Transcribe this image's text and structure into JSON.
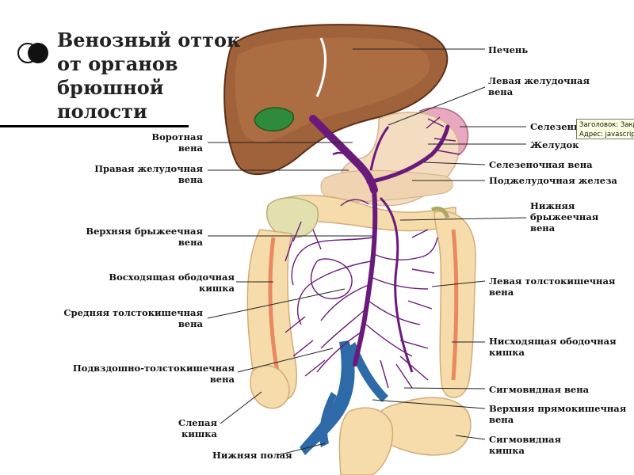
{
  "title": {
    "lines": [
      "Венозный отток",
      "от органов",
      "брюшной",
      "полости"
    ]
  },
  "labels_right": {
    "liver": "Печень",
    "left_gastric_1": "Левая желудочная",
    "left_gastric_2": "вена",
    "spleen": "Селезенка",
    "stomach": "Желудок",
    "splenic_vein": "Селезеночная вена",
    "pancreas": "Поджелудочная железа",
    "inf_mesenteric_1": "Нижняя",
    "inf_mesenteric_2": "брыжеечная",
    "inf_mesenteric_3": "вена",
    "left_colic_1": "Левая толстокишечная",
    "left_colic_2": "вена",
    "descending_1": "Нисходящая ободочная",
    "descending_2": "кишка",
    "sigmoid_vein": "Сигмовидная вена",
    "sup_rectal_1": "Верхняя прямокишечная",
    "sup_rectal_2": "вена",
    "sigmoid_colon_1": "Сигмовидная",
    "sigmoid_colon_2": "кишка"
  },
  "labels_left": {
    "portal_1": "Воротная",
    "portal_2": "вена",
    "right_gastric_1": "Правая желудочная",
    "right_gastric_2": "вена",
    "sup_mesenteric_1": "Верхняя брыжеечная",
    "sup_mesenteric_2": "вена",
    "ascending_1": "Восходящая ободочная",
    "ascending_2": "кишка",
    "middle_colic_1": "Средняя толстокишечная",
    "middle_colic_2": "вена",
    "ileocolic_1": "Подвздошно-толстокишечная",
    "ileocolic_2": "вена",
    "cecum_1": "Слепая",
    "cecum_2": "кишка",
    "ivc": "Нижняя полая"
  },
  "tooltip": {
    "line1": "Заголовок: Закрыть",
    "line2": "Адрес: javascript:s"
  },
  "colors": {
    "liver": "#a0623a",
    "vein": "#6a1a7a",
    "ivc": "#2e6aa8",
    "colon_fill": "#f6dcaa",
    "colon_inner": "#e9895f",
    "stomach": "#f3dcc0",
    "spleen": "#e8a8c0",
    "gallbladder": "#2f8a3a"
  }
}
